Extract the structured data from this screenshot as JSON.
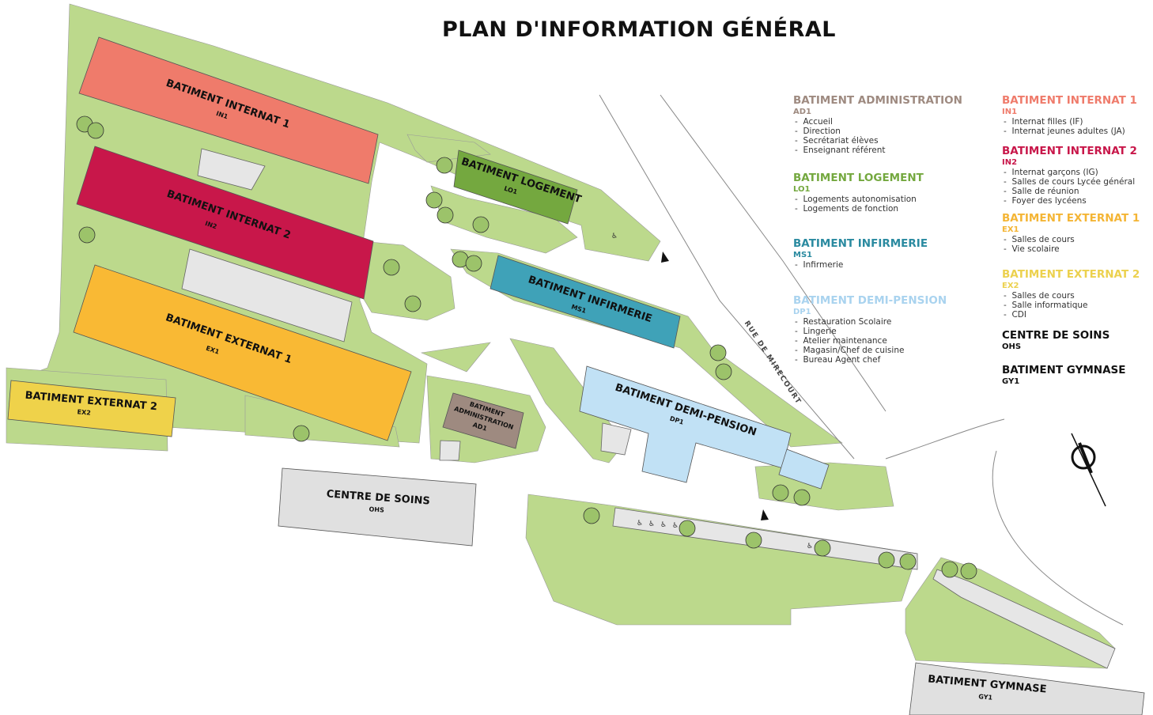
{
  "title": "PLAN D'INFORMATION GÉNÉRAL",
  "street": "RUE DE MIRECOURT",
  "colors": {
    "green": "#bcd98c",
    "internat1": "#ef7b6b",
    "internat2": "#c8174a",
    "externat1": "#f9b934",
    "externat2": "#efd24a",
    "logement": "#74a83f",
    "infirmerie": "#3fa2b8",
    "demipension": "#c1e1f5",
    "administration": "#9e8a80",
    "soins": "#e0e0e0",
    "gymnase": "#e0e0e0"
  },
  "buildings": {
    "in1": {
      "name": "BATIMENT INTERNAT 1",
      "code": "IN1"
    },
    "in2": {
      "name": "BATIMENT INTERNAT 2",
      "code": "IN2"
    },
    "ex1": {
      "name": "BATIMENT EXTERNAT 1",
      "code": "EX1"
    },
    "ex2": {
      "name": "BATIMENT EXTERNAT 2",
      "code": "EX2"
    },
    "lo1": {
      "name": "BATIMENT LOGEMENT",
      "code": "LO1"
    },
    "ms1": {
      "name": "BATIMENT INFIRMERIE",
      "code": "MS1"
    },
    "dp1": {
      "name": "BATIMENT DEMI-PENSION",
      "code": "DP1"
    },
    "ad1": {
      "name1": "BATIMENT",
      "name2": "ADMINISTRATION",
      "code": "AD1"
    },
    "ohs": {
      "name": "CENTRE DE SOINS",
      "code": "OHS"
    },
    "gy1": {
      "name": "BATIMENT GYMNASE",
      "code": "GY1"
    }
  },
  "legend": {
    "ad1": {
      "title": "BATIMENT ADMINISTRATION",
      "code": "AD1",
      "items": [
        "Accueil",
        "Direction",
        "Secrétariat élèves",
        "Enseignant référent"
      ]
    },
    "lo1": {
      "title": "BATIMENT LOGEMENT",
      "code": "LO1",
      "items": [
        "Logements autonomisation",
        "Logements de fonction"
      ]
    },
    "ms1": {
      "title": "BATIMENT INFIRMERIE",
      "code": "MS1",
      "items": [
        "Infirmerie"
      ]
    },
    "dp1": {
      "title": "BATIMENT DEMI-PENSION",
      "code": "DP1",
      "items": [
        "Restauration Scolaire",
        "Lingerie",
        "Atelier maintenance",
        "Magasin/Chef de cuisine",
        "Bureau Agent chef"
      ]
    },
    "in1": {
      "title": "BATIMENT INTERNAT 1",
      "code": "IN1",
      "items": [
        "Internat filles (IF)",
        "Internat jeunes adultes (JA)"
      ]
    },
    "in2": {
      "title": "BATIMENT INTERNAT 2",
      "code": "IN2",
      "items": [
        "Internat garçons (IG)",
        "Salles de cours Lycée général",
        "Salle de réunion",
        "Foyer des lycéens"
      ]
    },
    "ex1": {
      "title": "BATIMENT EXTERNAT 1",
      "code": "EX1",
      "items": [
        "Salles de cours",
        "Vie scolaire"
      ]
    },
    "ex2": {
      "title": "BATIMENT EXTERNAT 2",
      "code": "EX2",
      "items": [
        "Salles de cours",
        "Salle informatique",
        "CDI"
      ]
    },
    "ohs": {
      "title": "CENTRE DE SOINS",
      "code": "OHS"
    },
    "gy1": {
      "title": "BATIMENT GYMNASE",
      "code": "GY1"
    }
  }
}
